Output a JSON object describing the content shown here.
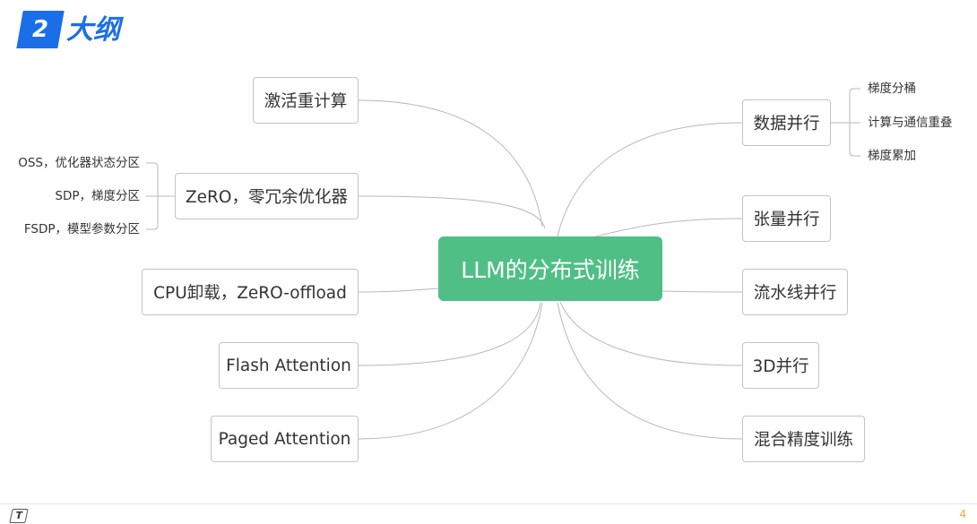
{
  "section": {
    "number": "2",
    "title": "大纲"
  },
  "center": "LLM的分布式训练",
  "left_nodes": [
    {
      "label": "激活重计算"
    },
    {
      "label": "ZeRO，零冗余优化器",
      "children": [
        "OSS，优化器状态分区",
        "SDP，梯度分区",
        "FSDP，模型参数分区"
      ]
    },
    {
      "label": "CPU卸载，ZeRO-offload"
    },
    {
      "label": "Flash Attention"
    },
    {
      "label": "Paged Attention"
    }
  ],
  "right_nodes": [
    {
      "label": "数据并行",
      "children": [
        "梯度分桶",
        "计算与通信重叠",
        "梯度累加"
      ]
    },
    {
      "label": "张量并行"
    },
    {
      "label": "流水线并行"
    },
    {
      "label": "3D并行"
    },
    {
      "label": "混合精度训练"
    }
  ],
  "footer": {
    "page_number": "4",
    "logo_icon": "t-logo-icon"
  },
  "colors": {
    "accent": "#1a6fe8",
    "center_fill": "#4fbf86",
    "page_number": "#f0a83c"
  }
}
